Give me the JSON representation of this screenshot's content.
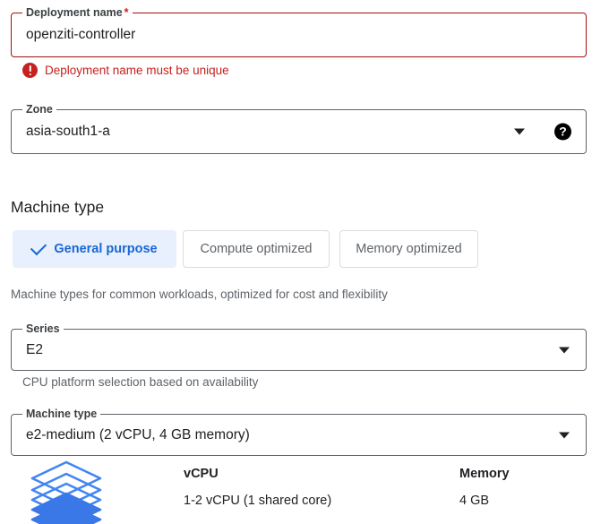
{
  "form": {
    "deployment_name": {
      "label": "Deployment name",
      "required_marker": "*",
      "value": "openziti-controller",
      "placeholder": "Deployment name",
      "error": "Deployment name must be unique",
      "error_icon": "error-circle-icon",
      "error_color": "#c5221f",
      "border_color": "#a50e0e"
    },
    "zone": {
      "label": "Zone",
      "value": "asia-south1-a",
      "dropdown_icon": "chevron-down-icon",
      "help_icon": "help-circle-icon"
    }
  },
  "machine_type_section": {
    "heading": "Machine type",
    "family_tabs": [
      {
        "label": "General purpose",
        "selected": true,
        "check_icon": "check-icon"
      },
      {
        "label": "Compute optimized",
        "selected": false
      },
      {
        "label": "Memory optimized",
        "selected": false
      }
    ],
    "family_description": "Machine types for common workloads, optimized for cost and flexibility",
    "series": {
      "label": "Series",
      "value": "E2",
      "dropdown_icon": "chevron-down-icon",
      "helper_text": "CPU platform selection based on availability"
    },
    "machine_type": {
      "label": "Machine type",
      "value": "e2-medium (2 vCPU, 4 GB memory)",
      "dropdown_icon": "chevron-down-icon"
    },
    "specs": {
      "icon": "machine-stack-icon",
      "columns": [
        {
          "header": "vCPU",
          "value": "1-2 vCPU (1 shared core)"
        },
        {
          "header": "Memory",
          "value": "4 GB"
        }
      ]
    }
  },
  "colors": {
    "accent_blue": "#1967d2",
    "selected_tab_bg": "#e8f0fe",
    "error_red": "#c5221f",
    "field_border": "#5f6368",
    "muted_text": "#5f6368"
  }
}
